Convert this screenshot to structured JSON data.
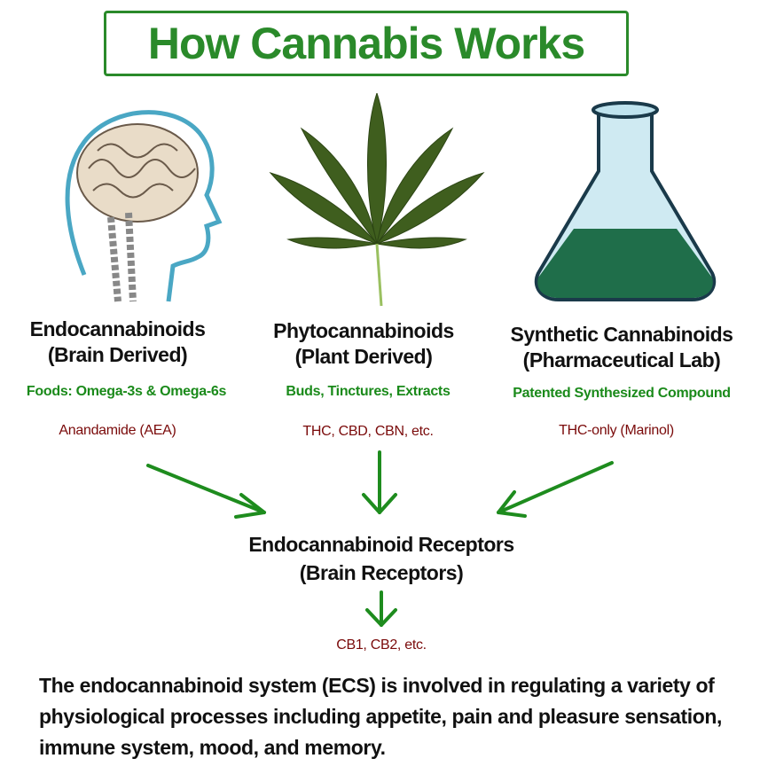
{
  "title": "How Cannabis Works",
  "columns": [
    {
      "heading": "Endocannabinoids",
      "subheading": "(Brain Derived)",
      "sources": "Foods: Omega-3s  &  Omega-6s",
      "examples": "Anandamide (AEA)",
      "icon": "brain-head-icon"
    },
    {
      "heading": "Phytocannabinoids",
      "subheading": "(Plant Derived)",
      "sources": "Buds, Tinctures, Extracts",
      "examples": "THC, CBD, CBN, etc.",
      "icon": "cannabis-leaf-icon"
    },
    {
      "heading": "Synthetic Cannabinoids",
      "subheading": "(Pharmaceutical Lab)",
      "sources": "Patented Synthesized Compound",
      "examples": "THC-only (Marinol)",
      "icon": "flask-icon"
    }
  ],
  "receptors": {
    "heading": "Endocannabinoid Receptors",
    "subheading": "(Brain Receptors)",
    "examples": "CB1, CB2, etc."
  },
  "description": "The endocannabinoid system (ECS) is involved in regulating a variety of physiological processes including appetite, pain and pleasure sensation, immune system, mood, and memory.",
  "colors": {
    "title_green": "#2a8a2a",
    "text_green": "#1a8a1a",
    "text_red": "#7a0a0a",
    "arrow_green": "#1e8c1e"
  }
}
